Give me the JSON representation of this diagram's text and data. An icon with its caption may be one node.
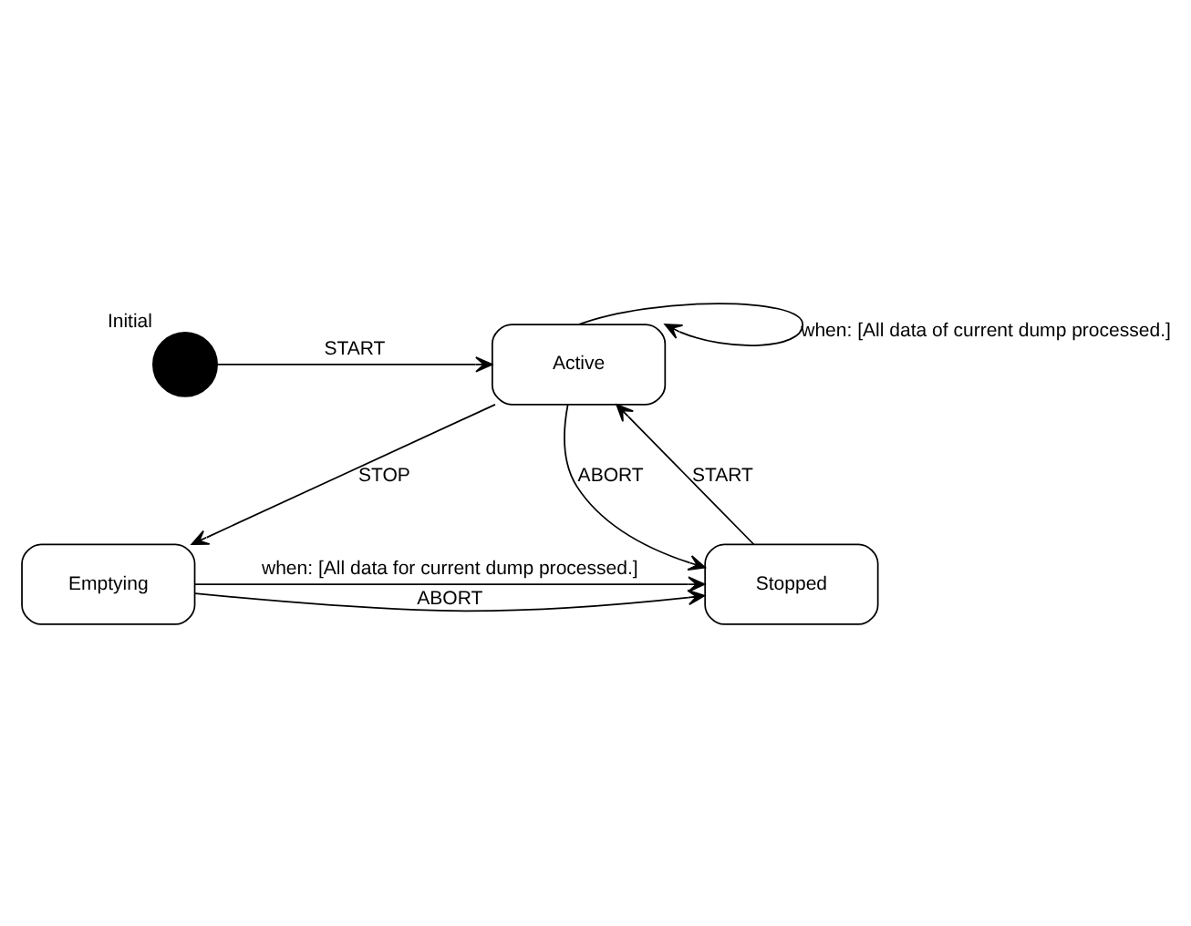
{
  "diagram": {
    "nodes": [
      {
        "text": [
          "Initial"
        ]
      },
      {
        "text": [
          "Active"
        ]
      },
      {
        "text": [
          "Emptying"
        ]
      },
      {
        "text": [
          "Stopped"
        ]
      }
    ],
    "edges": [
      {
        "from": 0,
        "to": 1,
        "arrow": "to",
        "label": "START"
      },
      {
        "from": 1,
        "to": 1,
        "arrow": "to",
        "label": "when: [All data of current dump processed.]"
      },
      {
        "from": 1,
        "to": 2,
        "arrow": "to",
        "label": "STOP"
      },
      {
        "from": 3,
        "to": 1,
        "arrow": "to",
        "label": "START"
      },
      {
        "from": 1,
        "to": 3,
        "arrow": "to",
        "label": "ABORT"
      },
      {
        "from": 2,
        "to": 3,
        "arrow": "to",
        "label": "when: [All data for current dump processed.]"
      },
      {
        "from": 2,
        "to": 3,
        "arrow": "to",
        "label": "ABORT"
      }
    ]
  }
}
